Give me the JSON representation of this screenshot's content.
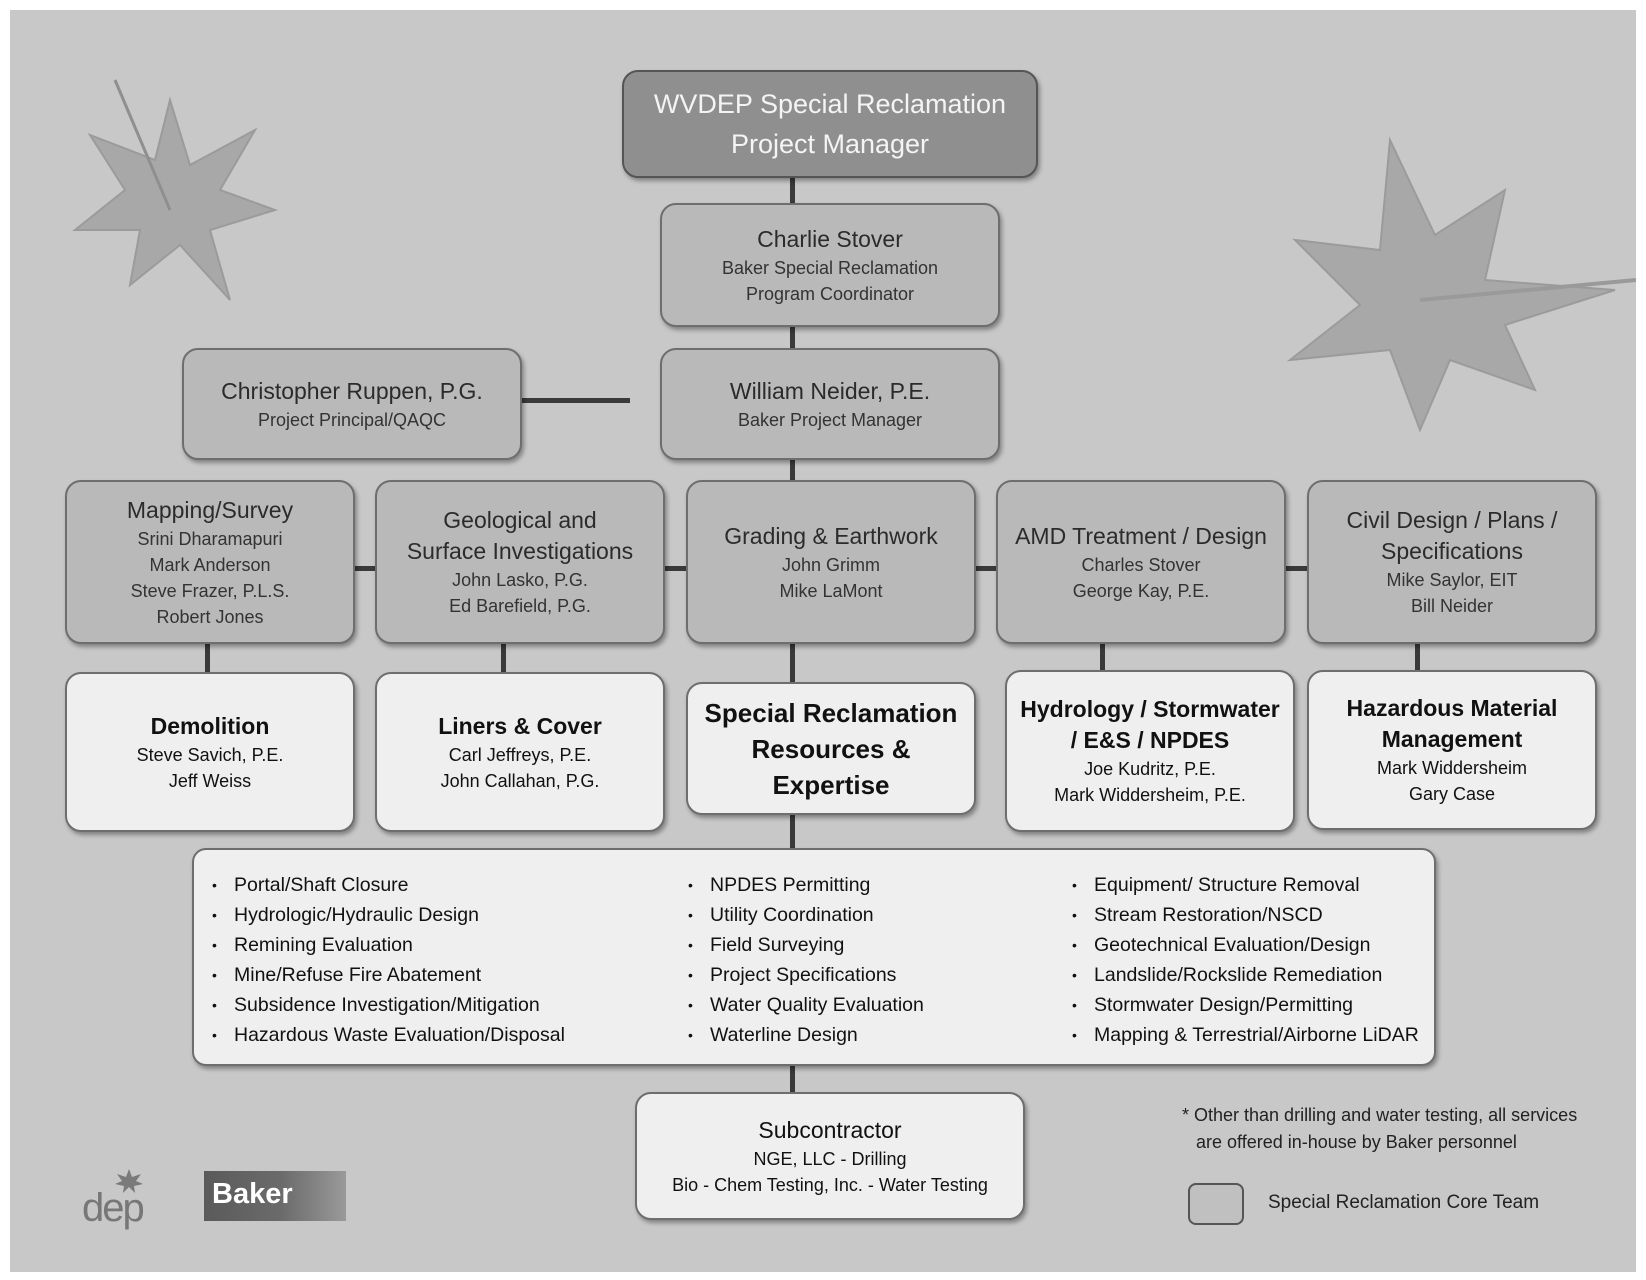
{
  "top": {
    "line1": "WVDEP Special Reclamation",
    "line2": "Project Manager"
  },
  "coordinator": {
    "name": "Charlie Stover",
    "line2": "Baker Special Reclamation",
    "line3": "Program Coordinator"
  },
  "principal": {
    "name": "Christopher Ruppen, P.G.",
    "role": "Project Principal/QAQC"
  },
  "manager": {
    "name": "William Neider, P.E.",
    "role": "Baker Project Manager"
  },
  "row1": [
    {
      "title": "Mapping/Survey",
      "members": [
        "Srini Dharamapuri",
        "Mark Anderson",
        "Steve Frazer, P.L.S.",
        "Robert Jones"
      ]
    },
    {
      "title": "Geological and Surface Investigations",
      "members": [
        "John Lasko, P.G.",
        "Ed Barefield, P.G."
      ]
    },
    {
      "title": "Grading & Earthwork",
      "members": [
        "John Grimm",
        "Mike LaMont"
      ]
    },
    {
      "title": "AMD Treatment / Design",
      "members": [
        "Charles Stover",
        "George Kay, P.E."
      ]
    },
    {
      "title": "Civil Design / Plans / Specifications",
      "members": [
        "Mike Saylor, EIT",
        "Bill Neider"
      ]
    }
  ],
  "row2": [
    {
      "title": "Demolition",
      "members": [
        "Steve Savich, P.E.",
        "Jeff Weiss"
      ]
    },
    {
      "title": "Liners & Cover",
      "members": [
        "Carl Jeffreys, P.E.",
        "John Callahan, P.G."
      ]
    },
    {
      "title": "Special Reclamation Resources & Expertise",
      "members": []
    },
    {
      "title": "Hydrology / Stormwater / E&S / NPDES",
      "members": [
        "Joe Kudritz, P.E.",
        "Mark Widdersheim, P.E."
      ]
    },
    {
      "title": "Hazardous Material Management",
      "members": [
        "Mark Widdersheim",
        "Gary Case"
      ]
    }
  ],
  "services": {
    "col1": [
      "Portal/Shaft Closure",
      "Hydrologic/Hydraulic Design",
      "Remining Evaluation",
      "Mine/Refuse Fire Abatement",
      "Subsidence Investigation/Mitigation",
      "Hazardous Waste Evaluation/Disposal"
    ],
    "col2": [
      "NPDES Permitting",
      "Utility Coordination",
      "Field Surveying",
      "Project Specifications",
      "Water Quality Evaluation",
      "Waterline Design"
    ],
    "col3": [
      "Equipment/ Structure Removal",
      "Stream Restoration/NSCD",
      "Geotechnical Evaluation/Design",
      "Landslide/Rockslide Remediation",
      "Stormwater Design/Permitting",
      "Mapping & Terrestrial/Airborne LiDAR"
    ]
  },
  "subcontractor": {
    "title": "Subcontractor",
    "line1": "NGE, LLC - Drilling",
    "line2": "Bio - Chem Testing, Inc. - Water Testing"
  },
  "note": {
    "line1": "* Other than drilling and water testing, all services",
    "line2": "are offered in-house by Baker personnel"
  },
  "legend": {
    "label": "Special Reclamation Core Team"
  },
  "logos": {
    "dep": "dep",
    "baker": "Baker"
  },
  "icons": {
    "leaf": "maple-leaf-icon",
    "dep_mark": "leaf-logo-icon"
  },
  "colors": {
    "background": "#c8c8c8",
    "core_box": "#b9b9b9",
    "resource_box": "#efefef",
    "top_box": "#8f8f8f",
    "leaf": "#a9a9a9"
  }
}
